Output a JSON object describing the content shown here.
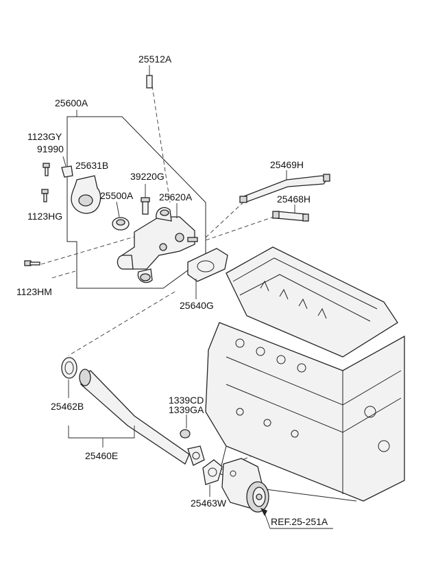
{
  "callouts": {
    "p25512A": "25512A",
    "p25600A": "25600A",
    "p1123GY": "1123GY",
    "p91990": "91990",
    "p25631B": "25631B",
    "p39220G": "39220G",
    "p25500A": "25500A",
    "p25620A": "25620A",
    "p1123HG": "1123HG",
    "p1123HM": "1123HM",
    "p25469H": "25469H",
    "p25468H": "25468H",
    "p25640G": "25640G",
    "p1339CD": "1339CD",
    "p1339GA": "1339GA",
    "p25462B": "25462B",
    "p25460E": "25460E",
    "p25463W": "25463W"
  },
  "reference": {
    "label": "REF.25-251A"
  }
}
